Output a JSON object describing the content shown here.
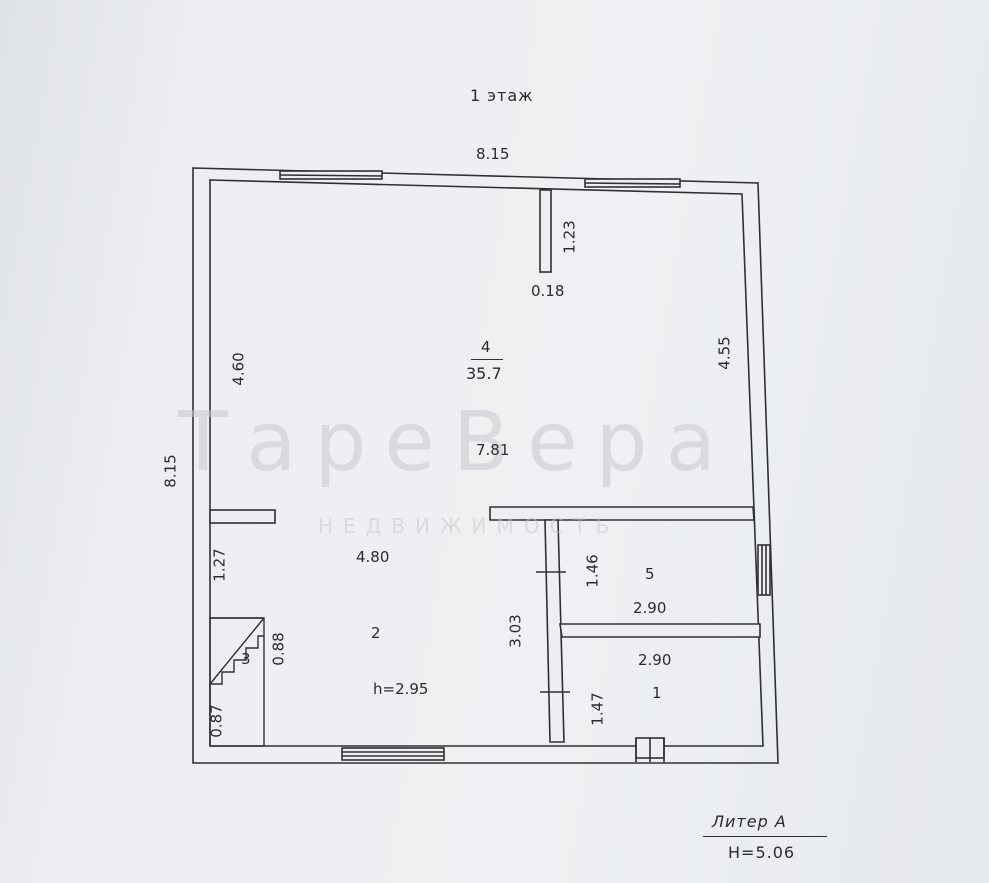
{
  "title": "1 этаж",
  "dimensions": {
    "top_width": "8.15",
    "left_height": "8.15",
    "left_upper": "4.60",
    "right_upper": "4.55",
    "partition_len": "1.23",
    "partition_thk": "0.18",
    "mid_width": "7.81",
    "lower_width": "4.80",
    "left_lower": "1.27",
    "stair_width": "0.88",
    "stair_bottom": "0.87",
    "corridor_height": "3.03",
    "room5_height": "1.46",
    "room5_width": "2.90",
    "room1_width": "2.90",
    "room1_height": "1.47"
  },
  "rooms": {
    "room4": {
      "number": "4",
      "area": "35.7"
    },
    "room2": {
      "number": "2"
    },
    "room3": {
      "number": "3"
    },
    "room5": {
      "number": "5"
    },
    "room1": {
      "number": "1"
    }
  },
  "ceiling_height": "h=2.95",
  "stamp": {
    "liter": "Литер А",
    "height": "H=5.06"
  },
  "watermark": {
    "brand": "ТареВера",
    "sub": "НЕДВИЖИМОСТЬ"
  },
  "colors": {
    "line": "#2f3035",
    "paper": "#eceef1"
  }
}
